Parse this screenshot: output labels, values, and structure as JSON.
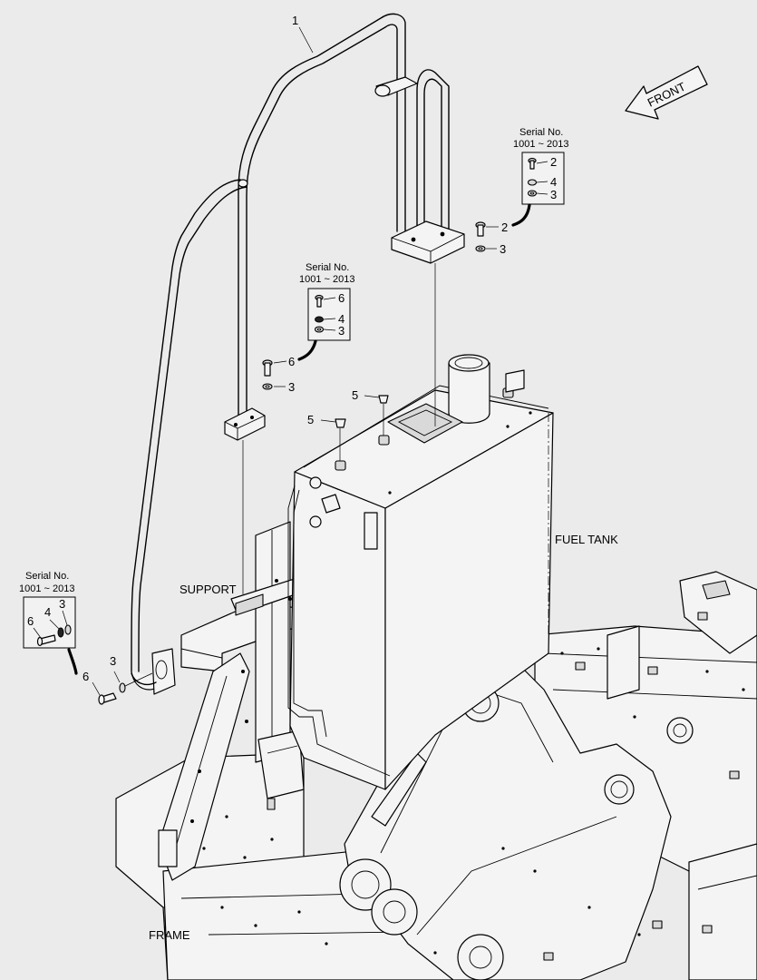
{
  "labels": {
    "front": "FRONT",
    "fuel_tank": "FUEL TANK",
    "support": "SUPPORT",
    "frame": "FRAME"
  },
  "serial_boxes": [
    {
      "title": "Serial No.",
      "range": "1001 ~ 2013",
      "items": [
        "2",
        "4",
        "3"
      ]
    },
    {
      "title": "Serial No.",
      "range": "1001 ~ 2013",
      "items": [
        "6",
        "4",
        "3"
      ]
    },
    {
      "title": "Serial No.",
      "range": "1001 ~ 2013",
      "items": [
        "3",
        "4",
        "6"
      ]
    }
  ],
  "callouts": {
    "handrail": "1",
    "top_bolt": "2",
    "top_washer": "3",
    "mid_bolt": "6",
    "mid_washer": "3",
    "cap_a": "5",
    "cap_b": "5",
    "left_washer": "3",
    "left_bolt": "6"
  }
}
